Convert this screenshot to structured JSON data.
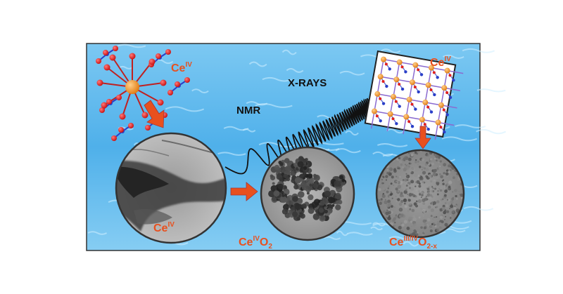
{
  "labels": {
    "ce4_top_left": {
      "base": "Ce",
      "sup": "IV"
    },
    "ce4_top_right": {
      "base": "Ce",
      "sup": "IV"
    },
    "nmr": "NMR",
    "xrays": "X-RAYS",
    "ce4_big_circle": {
      "base": "Ce",
      "sup": "IV"
    },
    "ce4o2": {
      "base": "Ce",
      "sup": "IV",
      "rest": "O",
      "sub": "2"
    },
    "ce3_4o2x": {
      "base": "Ce",
      "sup": "III/IV",
      "rest": "O",
      "sub": "2-x"
    }
  },
  "colors": {
    "label_orange": "#e8501e",
    "label_black": "#111111",
    "arrow": "#e8501e",
    "water": "#5bb8ec",
    "cerium_atom": "#f08a1c",
    "oxygen_atom": "#e01818",
    "nitrogen_atom": "#2a3fc8",
    "frame": "#333333"
  },
  "icons": {
    "molecule": "cerium-complex-icon",
    "crystal": "crystal-lattice-icon",
    "wave": "x-ray-wave-icon"
  }
}
